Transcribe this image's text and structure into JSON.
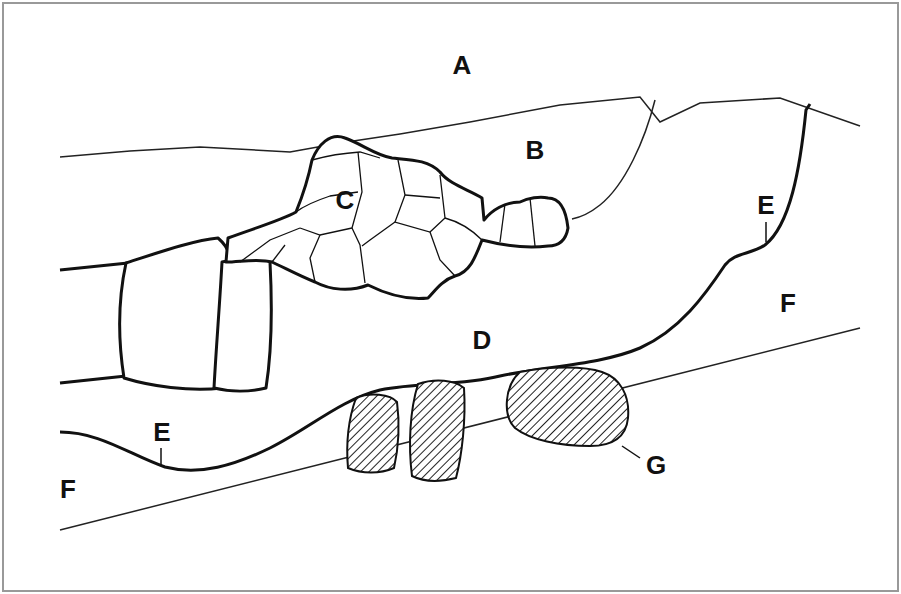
{
  "diagram": {
    "labels": [
      "A",
      "B",
      "C",
      "E",
      "F",
      "D",
      "E",
      "F",
      "G"
    ]
  }
}
